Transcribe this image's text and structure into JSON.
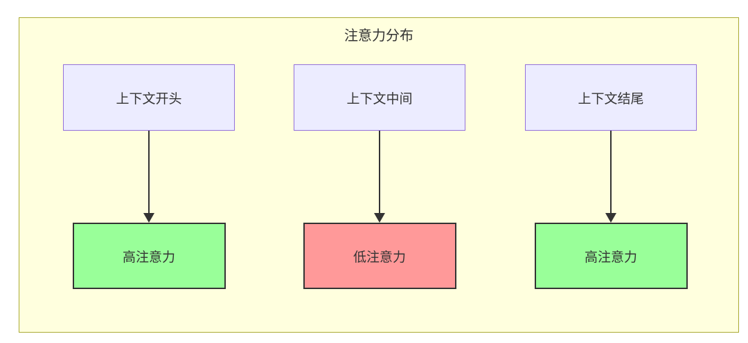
{
  "diagram": {
    "title": "注意力分布",
    "columns": [
      {
        "source": "上下文开头",
        "target": "高注意力",
        "target_type": "high"
      },
      {
        "source": "上下文中间",
        "target": "低注意力",
        "target_type": "low"
      },
      {
        "source": "上下文结尾",
        "target": "高注意力",
        "target_type": "high"
      }
    ],
    "colors": {
      "cluster_fill": "#FFFFDE",
      "cluster_border": "#AAAA33",
      "source_fill": "#ECECFF",
      "source_border": "#9370DB",
      "high_attention_fill": "#99FF99",
      "low_attention_fill": "#FF9999",
      "node_border": "#333333",
      "arrow": "#333333",
      "text": "#333333"
    }
  }
}
